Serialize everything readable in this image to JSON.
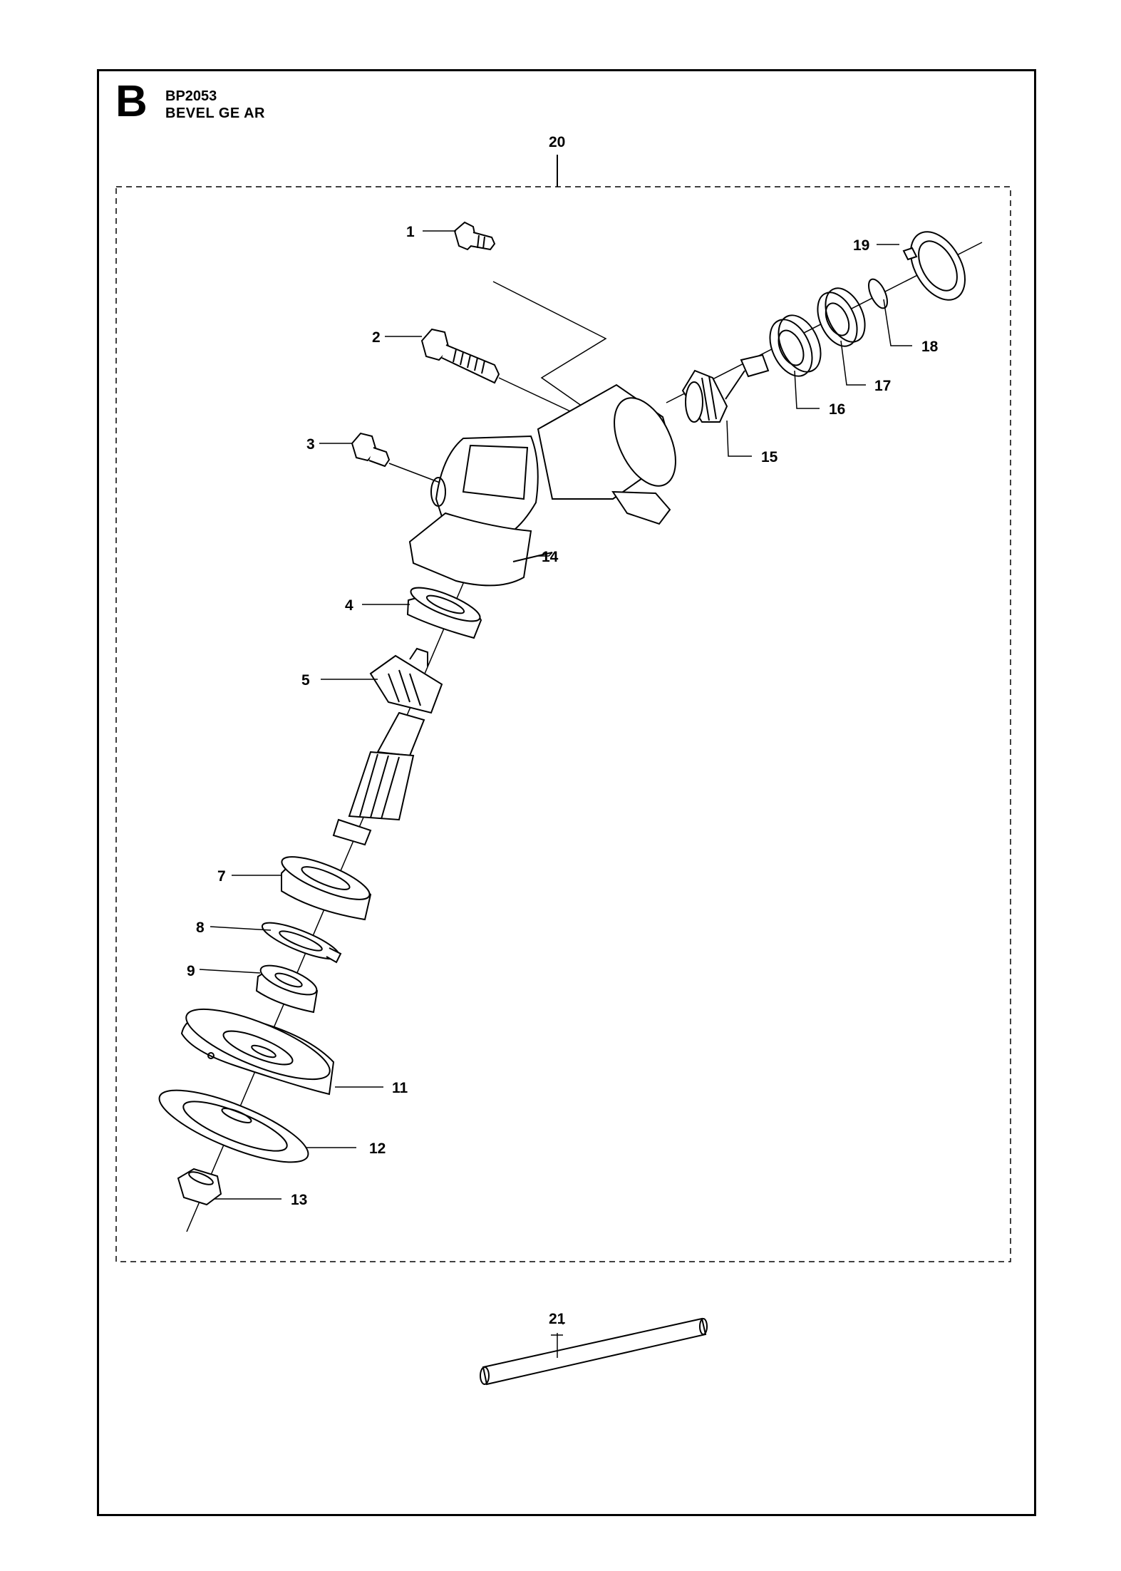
{
  "header": {
    "section_letter": "B",
    "model_code": "BP2053",
    "assembly_title": "BEVEL GE AR"
  },
  "callouts": [
    "1",
    "2",
    "3",
    "4",
    "5",
    "7",
    "8",
    "9",
    "11",
    "12",
    "13",
    "14",
    "15",
    "16",
    "17",
    "18",
    "19",
    "20",
    "21"
  ]
}
